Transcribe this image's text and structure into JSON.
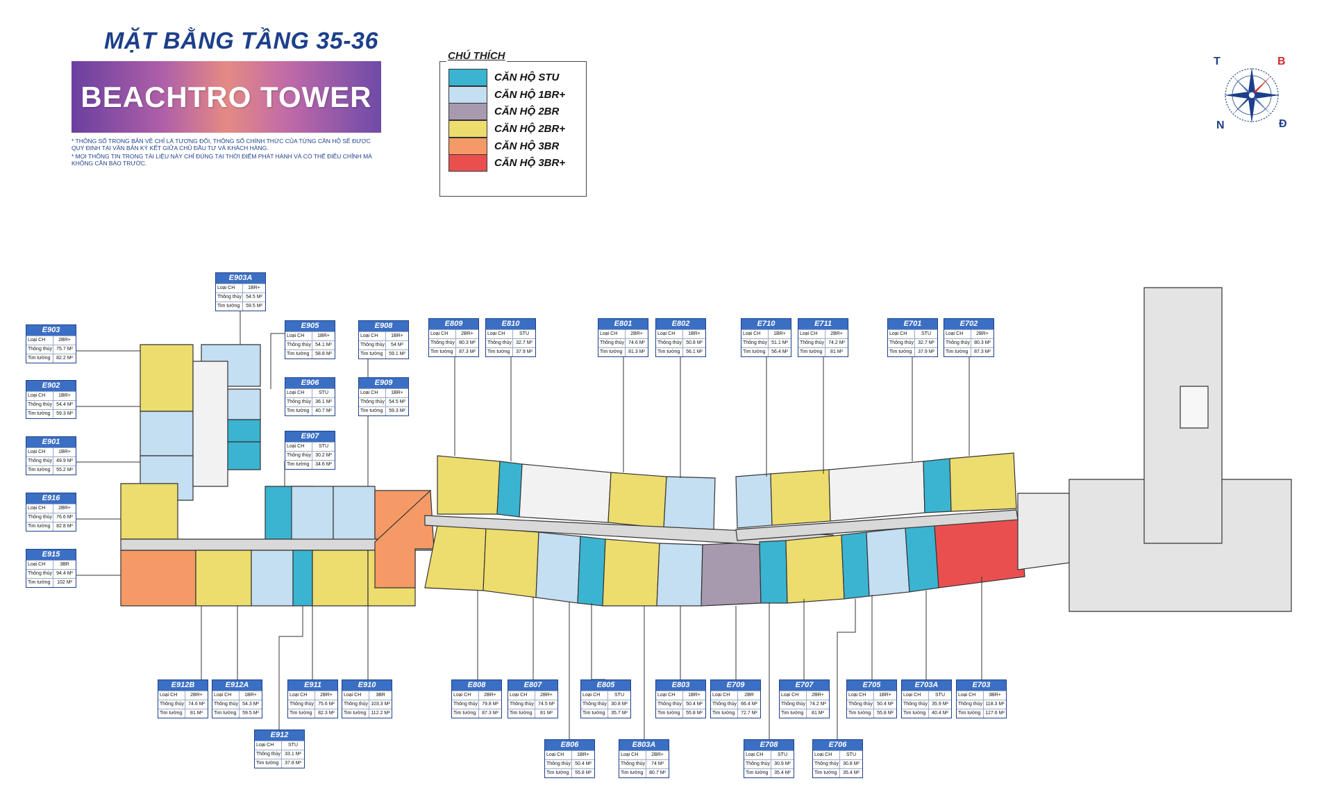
{
  "header": {
    "title": "MẶT BẰNG TẦNG 35-36",
    "brand": "BEACHTRO TOWER",
    "notes": [
      "* Thông số trong bản vẽ chỉ là tương đối, thông số chính thức của từng căn hộ sẽ được quy định tại văn bản ký kết giữa chủ đầu tư và khách hàng.",
      "* Mọi thông tin trong tài liệu này chỉ đúng tại thời điểm phát hành và có thể điều chỉnh mà không cần báo trước."
    ]
  },
  "legend": {
    "title": "CHÚ THÍCH",
    "items": [
      {
        "label": "CĂN HỘ STU",
        "color": "#3bb4d2"
      },
      {
        "label": "CĂN HỘ 1BR+",
        "color": "#c4def2"
      },
      {
        "label": "CĂN HỘ 2BR",
        "color": "#a79aae"
      },
      {
        "label": "CĂN HỘ 2BR+",
        "color": "#eddc6e"
      },
      {
        "label": "CĂN HỘ 3BR",
        "color": "#f59a66"
      },
      {
        "label": "CĂN HỘ 3BR+",
        "color": "#ea4f50"
      }
    ]
  },
  "compass": {
    "t": "T",
    "b": "B",
    "n": "N",
    "d": "Đ"
  },
  "field_labels": {
    "type": "Loại CH",
    "net": "Thông thủy",
    "gross": "Tim tường"
  },
  "units": [
    {
      "code": "E903A",
      "type": "1BR+",
      "net": "54.5 M²",
      "gross": "59.5 M²"
    },
    {
      "code": "E903",
      "type": "2BR+",
      "net": "75.7 M²",
      "gross": "82.2 M²"
    },
    {
      "code": "E902",
      "type": "1BR+",
      "net": "54.4 M²",
      "gross": "59.3 M²"
    },
    {
      "code": "E901",
      "type": "1BR+",
      "net": "49.9 M²",
      "gross": "55.2 M²"
    },
    {
      "code": "E916",
      "type": "2BR+",
      "net": "76.6 M²",
      "gross": "82.8 M²"
    },
    {
      "code": "E915",
      "type": "3BR",
      "net": "94.4 M²",
      "gross": "102 M²"
    },
    {
      "code": "E905",
      "type": "1BR+",
      "net": "54.1 M²",
      "gross": "58.8 M²"
    },
    {
      "code": "E908",
      "type": "1BR+",
      "net": "54 M²",
      "gross": "59.1 M²"
    },
    {
      "code": "E906",
      "type": "STU",
      "net": "36.1 M²",
      "gross": "40.7 M²"
    },
    {
      "code": "E909",
      "type": "1BR+",
      "net": "54.5 M²",
      "gross": "59.3 M²"
    },
    {
      "code": "E907",
      "type": "STU",
      "net": "30.2 M²",
      "gross": "34.6 M²"
    },
    {
      "code": "E809",
      "type": "2BR+",
      "net": "80.3 M²",
      "gross": "87.3 M²"
    },
    {
      "code": "E810",
      "type": "STU",
      "net": "32.7 M²",
      "gross": "37.9 M²"
    },
    {
      "code": "E801",
      "type": "2BR+",
      "net": "74.6 M²",
      "gross": "81.3 M²"
    },
    {
      "code": "E802",
      "type": "1BR+",
      "net": "50.8 M²",
      "gross": "56.1 M²"
    },
    {
      "code": "E710",
      "type": "1BR+",
      "net": "51.1 M²",
      "gross": "56.4 M²"
    },
    {
      "code": "E711",
      "type": "2BR+",
      "net": "74.2 M²",
      "gross": "81 M²"
    },
    {
      "code": "E701",
      "type": "STU",
      "net": "32.7 M²",
      "gross": "37.9 M²"
    },
    {
      "code": "E702",
      "type": "2BR+",
      "net": "80.3 M²",
      "gross": "87.3 M²"
    },
    {
      "code": "E912B",
      "type": "2BR+",
      "net": "74.6 M²",
      "gross": "81 M²"
    },
    {
      "code": "E912A",
      "type": "1BR+",
      "net": "54.3 M²",
      "gross": "59.5 M²"
    },
    {
      "code": "E911",
      "type": "2BR+",
      "net": "75.6 M²",
      "gross": "82.3 M²"
    },
    {
      "code": "E910",
      "type": "3BR",
      "net": "103.3 M²",
      "gross": "112.2 M²"
    },
    {
      "code": "E912",
      "type": "STU",
      "net": "33.1 M²",
      "gross": "37.8 M²"
    },
    {
      "code": "E808",
      "type": "2BR+",
      "net": "79.8 M²",
      "gross": "87.3 M²"
    },
    {
      "code": "E807",
      "type": "2BR+",
      "net": "74.5 M²",
      "gross": "81 M²"
    },
    {
      "code": "E805",
      "type": "STU",
      "net": "30.8 M²",
      "gross": "35.7 M²"
    },
    {
      "code": "E803",
      "type": "1BR+",
      "net": "50.4 M²",
      "gross": "55.8 M²"
    },
    {
      "code": "E709",
      "type": "2BR",
      "net": "66.4 M²",
      "gross": "72.7 M²"
    },
    {
      "code": "E707",
      "type": "2BR+",
      "net": "74.2 M²",
      "gross": "81 M²"
    },
    {
      "code": "E705",
      "type": "1BR+",
      "net": "50.4 M²",
      "gross": "55.8 M²"
    },
    {
      "code": "E703A",
      "type": "STU",
      "net": "35.9 M²",
      "gross": "40.4 M²"
    },
    {
      "code": "E703",
      "type": "3BR+",
      "net": "118.3 M²",
      "gross": "127.6 M²"
    },
    {
      "code": "E806",
      "type": "1BR+",
      "net": "50.4 M²",
      "gross": "55.8 M²"
    },
    {
      "code": "E803A",
      "type": "2BR+",
      "net": "74 M²",
      "gross": "80.7 M²"
    },
    {
      "code": "E708",
      "type": "STU",
      "net": "30.9 M²",
      "gross": "35.4 M²"
    },
    {
      "code": "E706",
      "type": "STU",
      "net": "30.8 M²",
      "gross": "35.4 M²"
    }
  ]
}
